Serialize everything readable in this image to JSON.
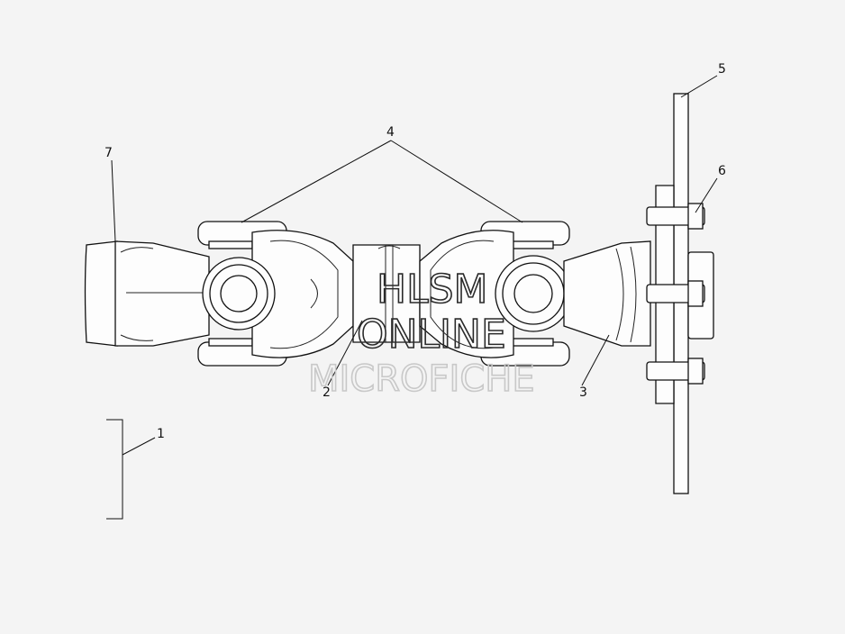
{
  "callouts": {
    "c1": "1",
    "c2": "2",
    "c3": "3",
    "c4": "4",
    "c5": "5",
    "c6": "6",
    "c7": "7"
  },
  "watermark": {
    "line1": "HLSM",
    "line2": "ONLINE",
    "line3": "MICROFICHE"
  }
}
